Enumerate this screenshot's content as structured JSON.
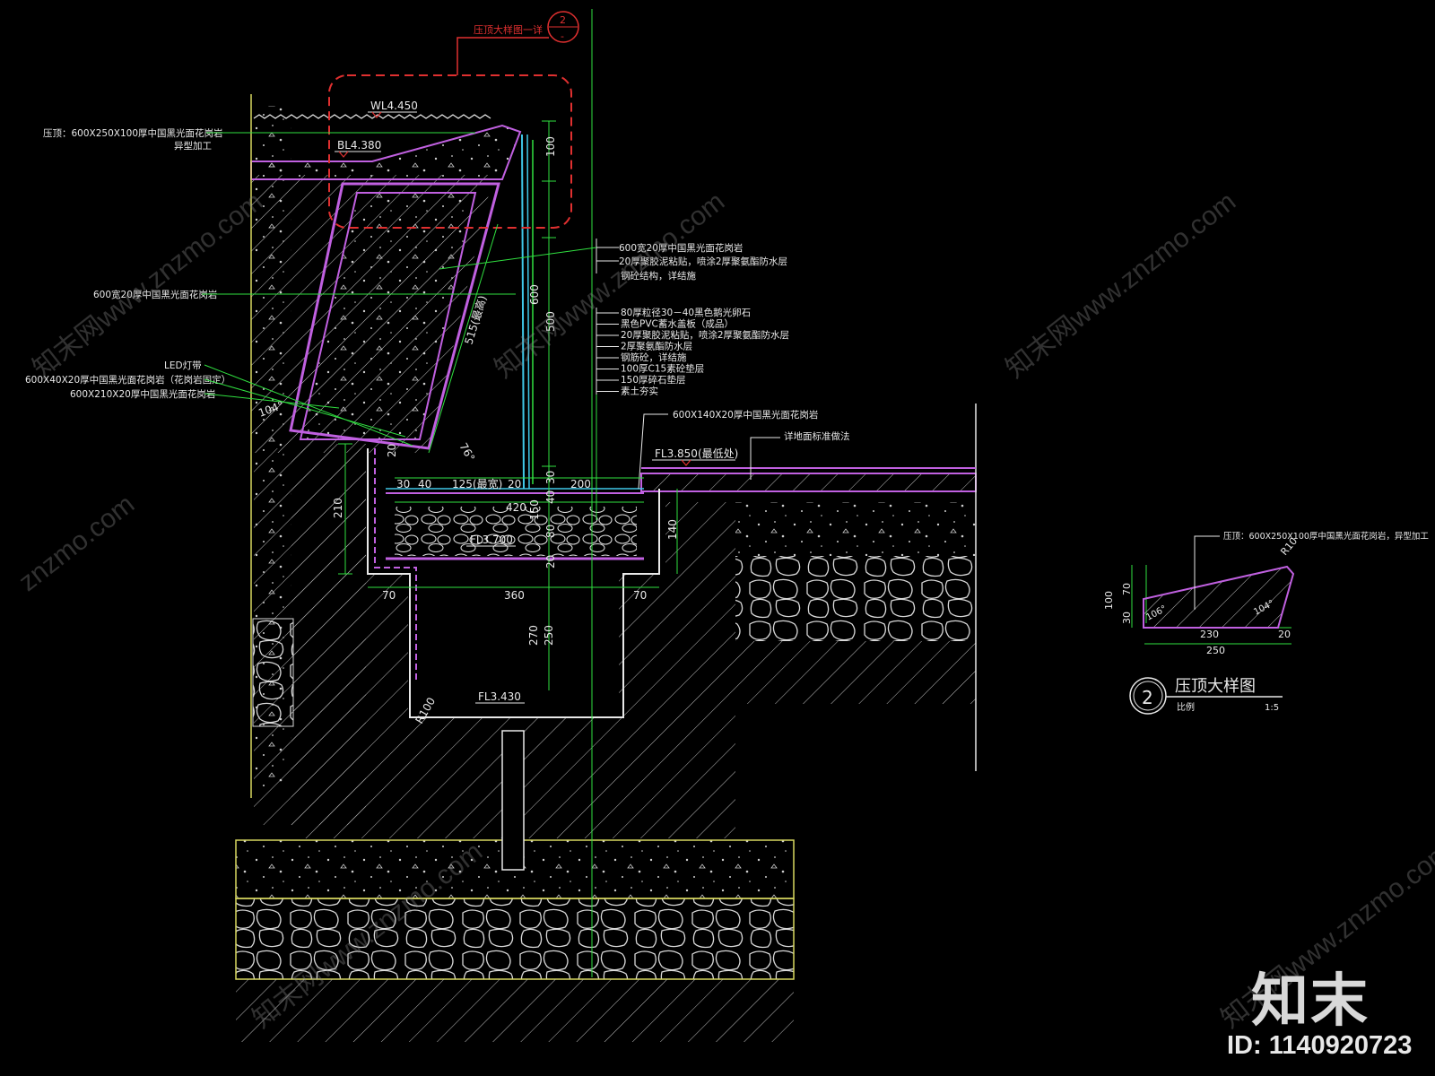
{
  "callout": {
    "text": "压顶大样图一详",
    "num": "2",
    "sheet": "-"
  },
  "levels": {
    "wl": "WL4.450",
    "bl": "BL4.380",
    "fl_top": "FL3.850(最低处)",
    "fl_mid": "FL3.700",
    "fl_bot": "FL3.430"
  },
  "left_labels": {
    "coping_l1": "压顶：600X250X100厚中国黑光面花岗岩",
    "coping_l2": "异型加工",
    "stone600": "600宽20厚中国黑光面花岗岩",
    "led": "LED灯带",
    "stone40": "600X40X20厚中国黑光面花岗岩（花岗岩固定）",
    "stone210": "600X210X20厚中国黑光面花岗岩"
  },
  "right_labels_a": [
    "600宽20厚中国黑光面花岗岩",
    "20厚聚胶泥粘贴，喷涂2厚聚氨酯防水层",
    "钢砼结构，详结施"
  ],
  "right_labels_b": [
    "80厚粒径30－40黑色鹅光卵石",
    "黑色PVC蓄水盖板（成品）",
    "20厚聚胶泥粘贴，喷涂2厚聚氨酯防水层",
    "2厚聚氨酯防水层",
    "钢筋砼，详结施",
    "100厚C15素砼垫层",
    "150厚碎石垫层",
    "素土夯实"
  ],
  "label_600x140": "600X140X20厚中国黑光面花岗岩",
  "label_paving": "详地面标准做法",
  "dims": {
    "d100": "100",
    "d600": "600",
    "d500": "500",
    "d515": "515(最高)",
    "a104": "104°",
    "a76": "76°",
    "d20a": "20",
    "d30": "30",
    "d40": "40",
    "d125": "125(最宽)",
    "d20b": "20",
    "d200": "200",
    "d420": "420",
    "d150": "150",
    "d40b": "40",
    "d80": "80",
    "d20c": "20",
    "d30b": "30",
    "d210": "210",
    "d140": "140",
    "d70a": "70",
    "d360": "360",
    "d70b": "70",
    "d270": "270",
    "d250": "250",
    "r100": "R100"
  },
  "detail": {
    "label": "压顶：600X250X100厚中国黑光面花岗岩，异型加工",
    "r10": "R10",
    "h100": "100",
    "h70": "70",
    "h30": "30",
    "a106": "106°",
    "a104": "104°",
    "w230": "230",
    "w20": "20",
    "w250": "250",
    "title_num": "2",
    "title": "压顶大样图",
    "sub": "比例",
    "scale": "1:5"
  },
  "watermark": {
    "text": "知末网www.znzmo.com",
    "short": "znzmo.com"
  },
  "brand": {
    "logo": "知末",
    "id": "ID: 1140920723"
  },
  "colors": {
    "magenta": "#c060e0",
    "green": "#30e040",
    "white": "#e8e8e8",
    "yellow": "#d8d860",
    "cyan": "#40c8e8",
    "red": "#e03030"
  }
}
